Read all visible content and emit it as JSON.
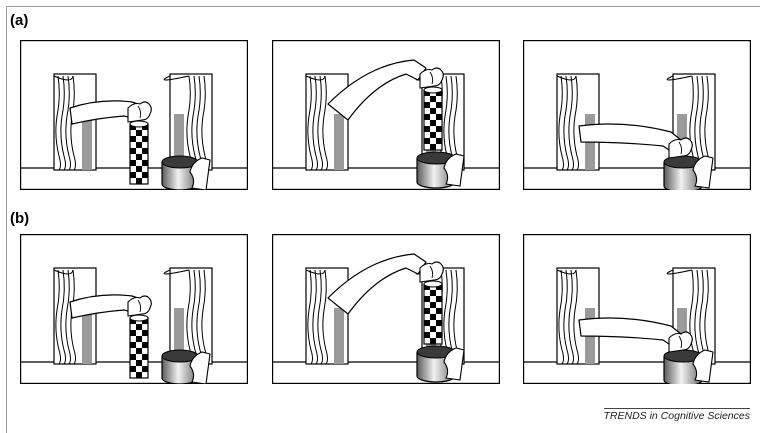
{
  "figure": {
    "rows": [
      {
        "label": "(a)",
        "panels": [
          {
            "stage": "grasp",
            "hand_position": "top-of-cylinder",
            "cup_state": "hand-behind-cup",
            "cylinder_visible": true
          },
          {
            "stage": "lift",
            "hand_position": "over-cup",
            "cup_state": "cylinder-above-cup",
            "cylinder_visible": true
          },
          {
            "stage": "insert",
            "hand_position": "inside-cup",
            "cup_state": "cylinder-hidden",
            "cylinder_visible": false
          }
        ]
      },
      {
        "label": "(b)",
        "panels": [
          {
            "stage": "grasp",
            "hand_position": "top-of-cylinder",
            "cup_state": "hand-behind-cup",
            "cylinder_visible": true
          },
          {
            "stage": "lift",
            "hand_position": "over-cup",
            "cup_state": "cylinder-above-cup",
            "cylinder_visible": true
          },
          {
            "stage": "insert",
            "hand_position": "inside-cup",
            "cup_state": "cylinder-hidden",
            "cylinder_visible": false
          }
        ]
      }
    ],
    "source": "TRENDS in Cognitive Sciences",
    "colors": {
      "line": "#000000",
      "shadow": "#9a9a9a",
      "background": "#ffffff"
    }
  }
}
